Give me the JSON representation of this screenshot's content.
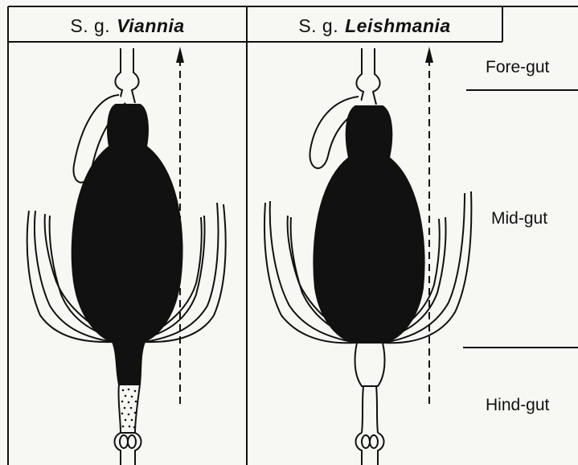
{
  "headers": {
    "left": {
      "prefix": "S. g.",
      "genus": "Viannia"
    },
    "right": {
      "prefix": "S. g.",
      "genus": "Leishmania"
    }
  },
  "regions": {
    "fore": "Fore-gut",
    "mid": "Mid-gut",
    "hind": "Hind-gut"
  },
  "colors": {
    "ink": "#111111",
    "paper": "#f7f7f3"
  }
}
